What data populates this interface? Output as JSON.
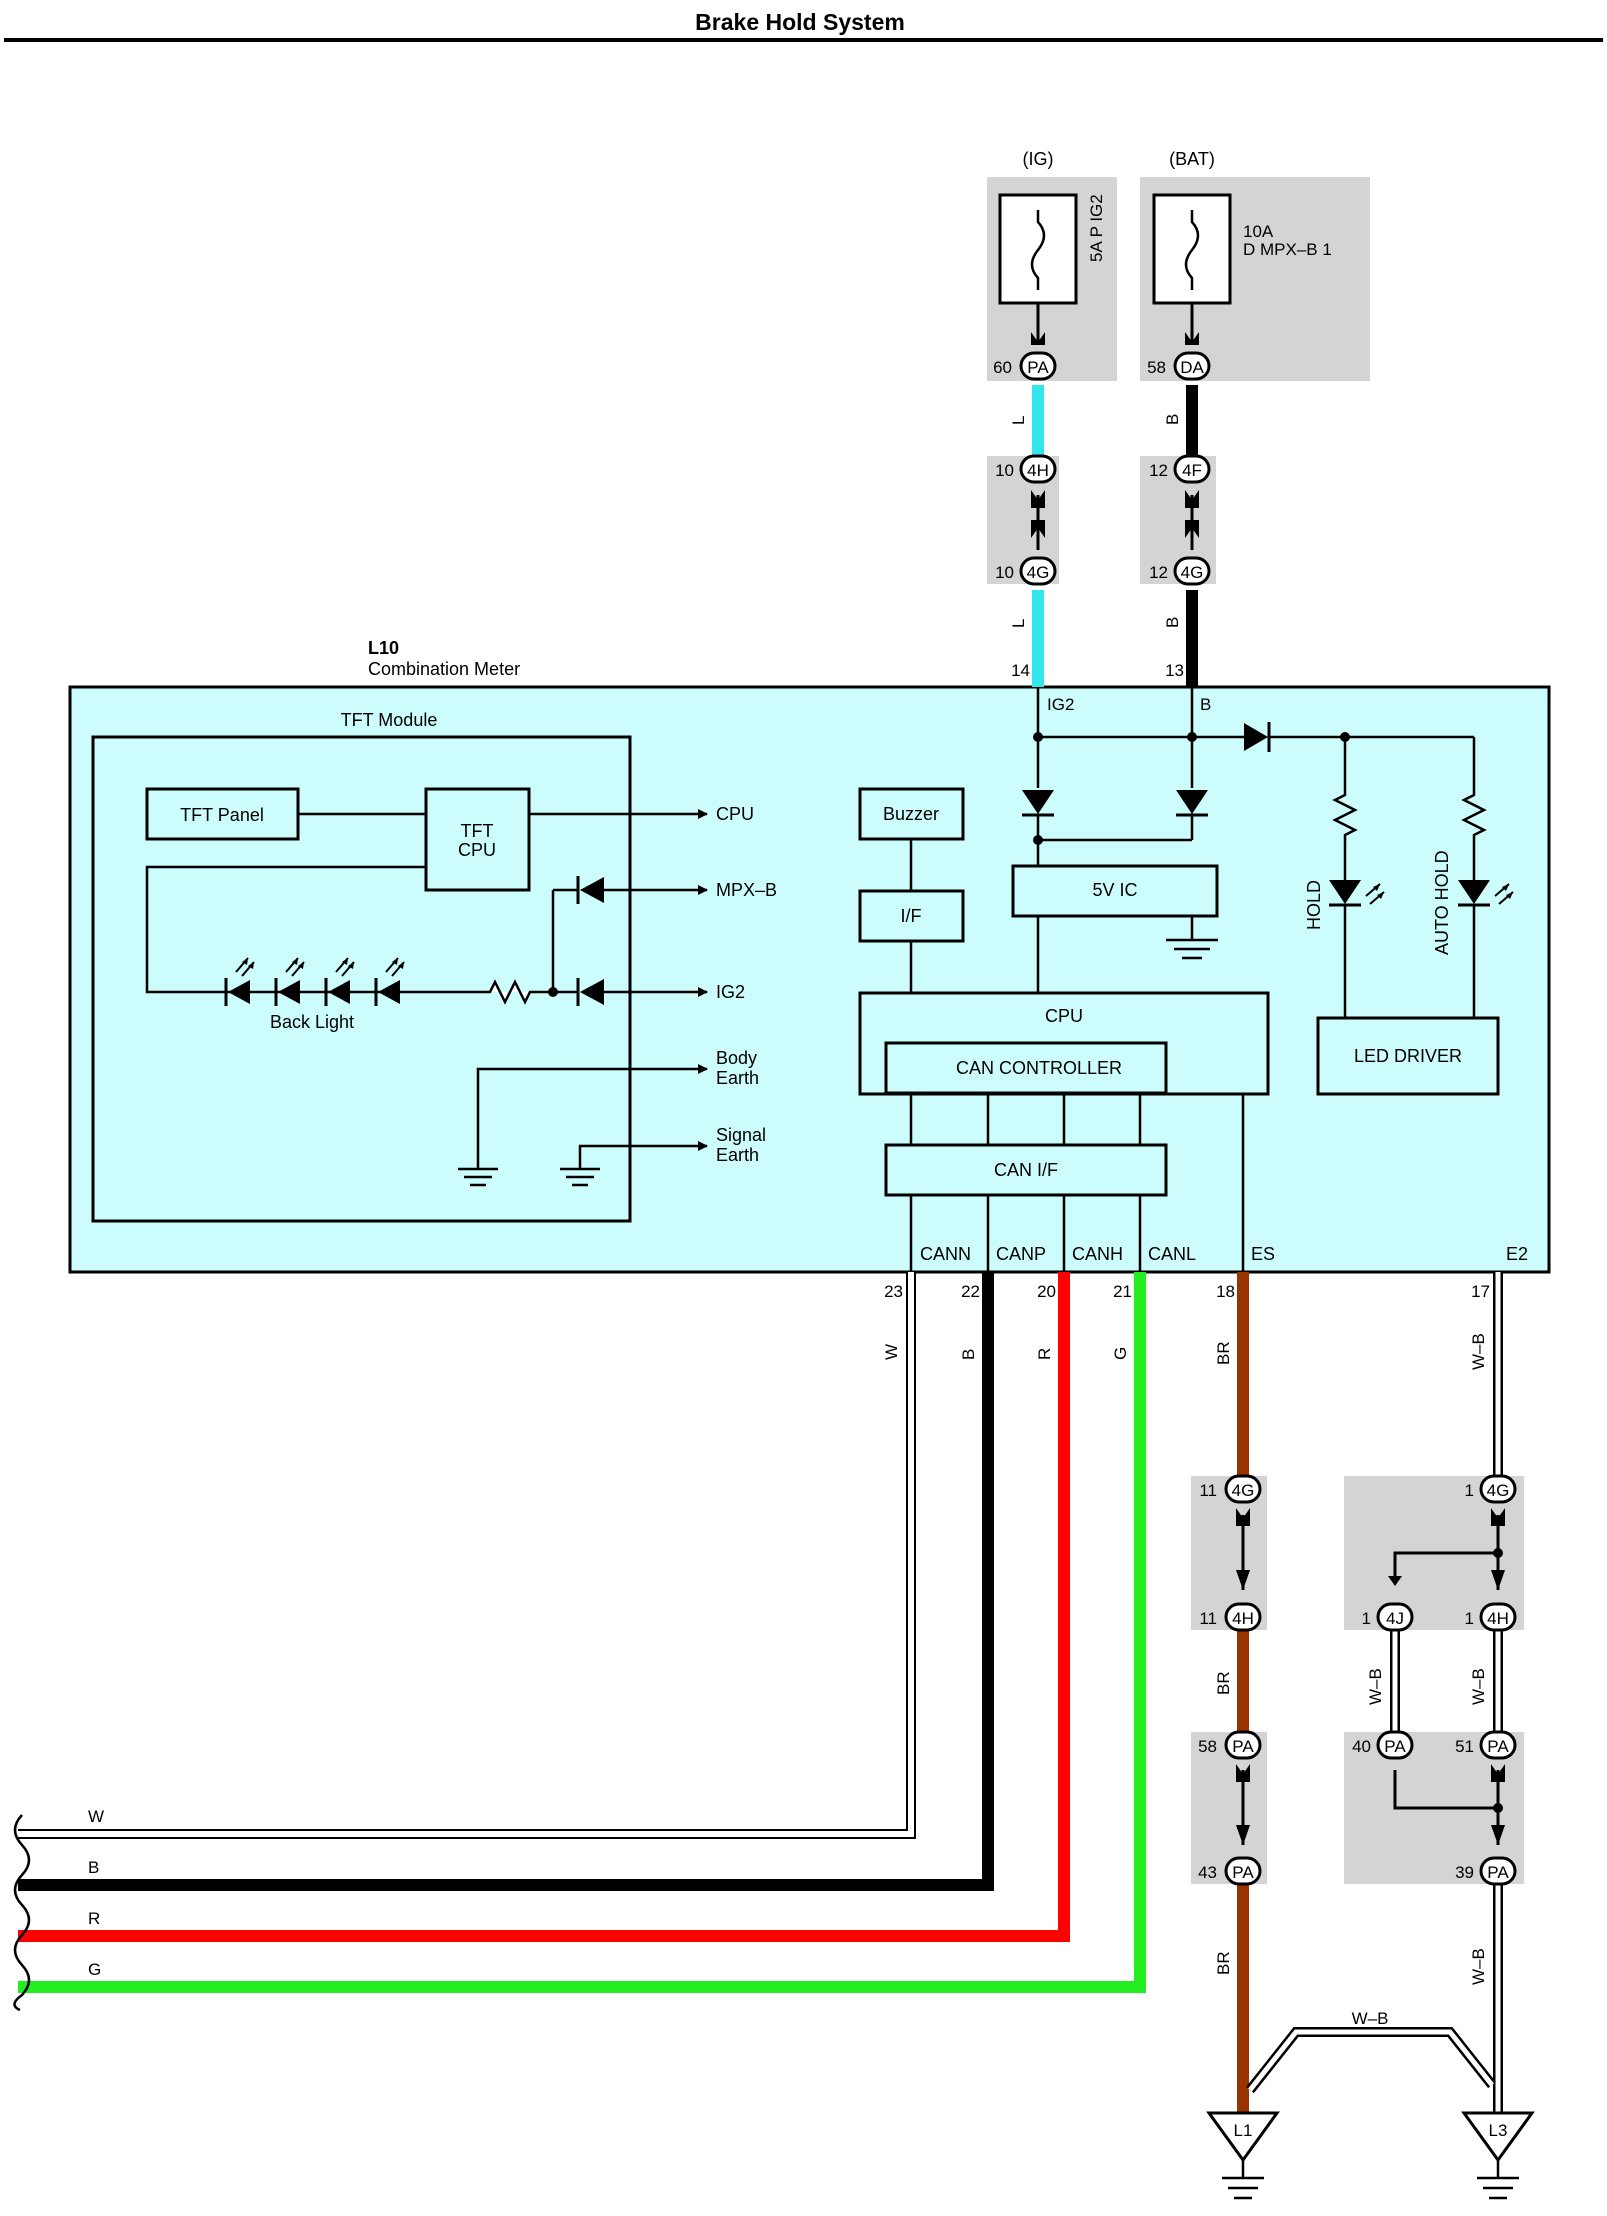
{
  "title": "Brake Hold System",
  "sources": {
    "ig": {
      "label": "(IG)",
      "fuse": "5A P IG2",
      "pin": "60",
      "conn": "PA"
    },
    "bat": {
      "label": "(BAT)",
      "fuse_a": "10A",
      "fuse_b": "D MPX–B 1",
      "pin": "58",
      "conn": "DA"
    }
  },
  "junctions_upper": {
    "ig_top": {
      "pin": "10",
      "conn": "4H"
    },
    "ig_bot": {
      "pin": "10",
      "conn": "4G"
    },
    "bat_top": {
      "pin": "12",
      "conn": "4F"
    },
    "bat_bot": {
      "pin": "12",
      "conn": "4G"
    }
  },
  "wire_colors": {
    "L": "L",
    "B": "B",
    "W": "W",
    "R": "R",
    "G": "G",
    "BR": "BR",
    "WB": "W–B"
  },
  "meter": {
    "id": "L10",
    "name": "Combination Meter",
    "pin_ig2": "14",
    "pin_b": "13",
    "term_ig2": "IG2",
    "term_b": "B",
    "tft": {
      "title": "TFT Module",
      "panel": "TFT Panel",
      "cpu_a": "TFT",
      "cpu_b": "CPU",
      "backlight": "Back Light",
      "out_cpu": "CPU",
      "out_mpxb": "MPX–B",
      "out_ig2": "IG2",
      "out_body_a": "Body",
      "out_body_b": "Earth",
      "out_sig_a": "Signal",
      "out_sig_b": "Earth"
    },
    "buzzer": "Buzzer",
    "if": "I/F",
    "ic5v": "5V IC",
    "cpu": "CPU",
    "can_controller": "CAN CONTROLLER",
    "can_if": "CAN I/F",
    "led_driver": "LED DRIVER",
    "hold": "HOLD",
    "auto_hold": "AUTO HOLD",
    "terminals": [
      "CANN",
      "CANP",
      "CANH",
      "CANL",
      "ES",
      "E2"
    ],
    "bottom_pins": [
      "23",
      "22",
      "20",
      "21",
      "18",
      "17"
    ]
  },
  "junctions_lower": {
    "br_1": {
      "pin": "11",
      "conn": "4G"
    },
    "br_2": {
      "pin": "11",
      "conn": "4H"
    },
    "br_3": {
      "pin": "58",
      "conn": "PA"
    },
    "br_4": {
      "pin": "43",
      "conn": "PA"
    },
    "wb_1": {
      "pin": "1",
      "conn": "4G"
    },
    "wb_2": {
      "pin": "1",
      "conn": "4J"
    },
    "wb_3": {
      "pin": "1",
      "conn": "4H"
    },
    "wb_4": {
      "pin": "40",
      "conn": "PA"
    },
    "wb_5": {
      "pin": "51",
      "conn": "PA"
    },
    "wb_6": {
      "pin": "39",
      "conn": "PA"
    }
  },
  "grounds": {
    "l1": "L1",
    "l3": "L3"
  },
  "can_bus": [
    "W",
    "B",
    "R",
    "G"
  ],
  "colors": {
    "meter_fill": "#ccfcfc",
    "gray_box": "#d4d4d4",
    "wire_l": "#33e6ee",
    "wire_b": "#000000",
    "wire_r": "#ff0000",
    "wire_g": "#22ee22",
    "wire_br": "#993300"
  }
}
